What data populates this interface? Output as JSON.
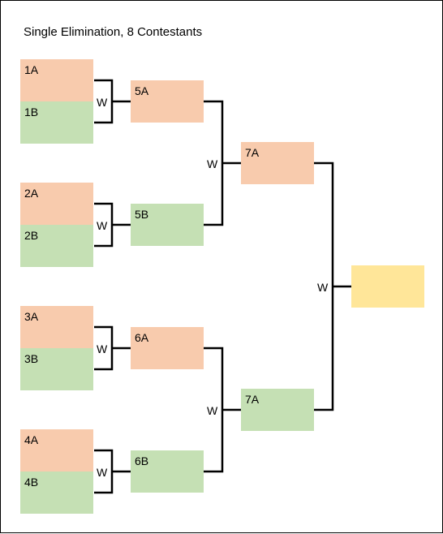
{
  "title": "Single Elimination, 8 Contestants",
  "round1": [
    "1A",
    "1B",
    "2A",
    "2B",
    "3A",
    "3B",
    "4A",
    "4B"
  ],
  "round2": [
    "5A",
    "5B",
    "6A",
    "6B"
  ],
  "round3": [
    "7A",
    "7A"
  ],
  "final": "",
  "winner_label": "W",
  "colors": {
    "seed_a": "#f8cbad",
    "seed_b": "#c5e0b4",
    "champion": "#ffe699"
  }
}
